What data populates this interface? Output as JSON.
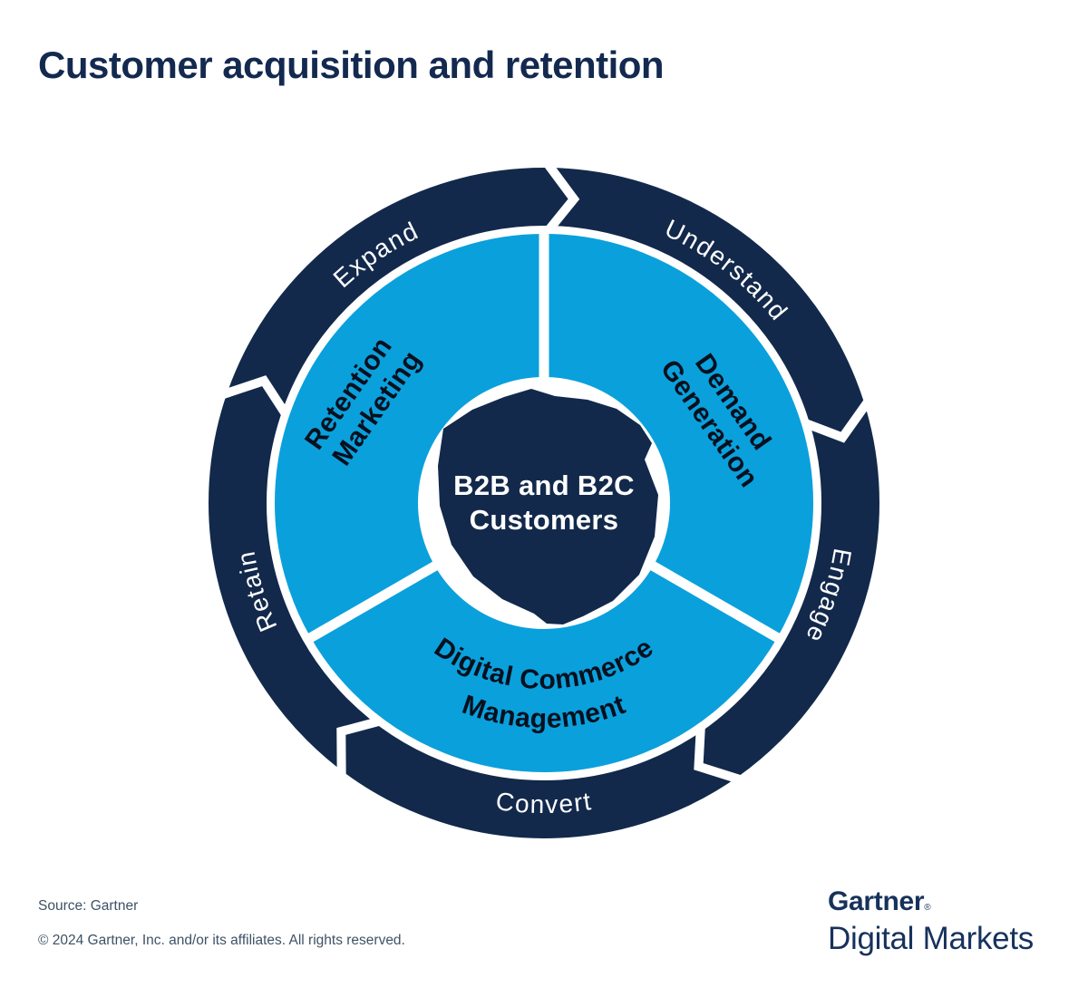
{
  "title": "Customer acquisition and retention",
  "diagram": {
    "center_label": {
      "line1": "B2B and B2C",
      "line2": "Customers"
    },
    "outer_stages": {
      "understand": "Understand",
      "engage": "Engage",
      "convert": "Convert",
      "retain": "Retain",
      "expand": "Expand"
    },
    "inner_sectors": {
      "demand_generation": {
        "line1": "Demand",
        "line2": "Generation"
      },
      "digital_commerce_management": {
        "line1": "Digital Commerce",
        "line2": "Management"
      },
      "retention_marketing": {
        "line1": "Retention",
        "line2": "Marketing"
      }
    },
    "flow_direction": "clockwise"
  },
  "colors": {
    "navy": "#12294B",
    "light_blue": "#0AA0DC",
    "ring_label_text": "#FFFFFF",
    "sector_label_text": "#06101E",
    "center_label_text": "#FFFFFF",
    "title_text": "#13294F",
    "footer_text": "#3E5266",
    "logo_text": "#16325C"
  },
  "footer": {
    "source": "Source: Gartner",
    "copyright": "© 2024 Gartner, Inc. and/or its affiliates. All rights reserved."
  },
  "logo": {
    "brand": "Gartner",
    "reg": "®",
    "sub": "Digital Markets"
  }
}
